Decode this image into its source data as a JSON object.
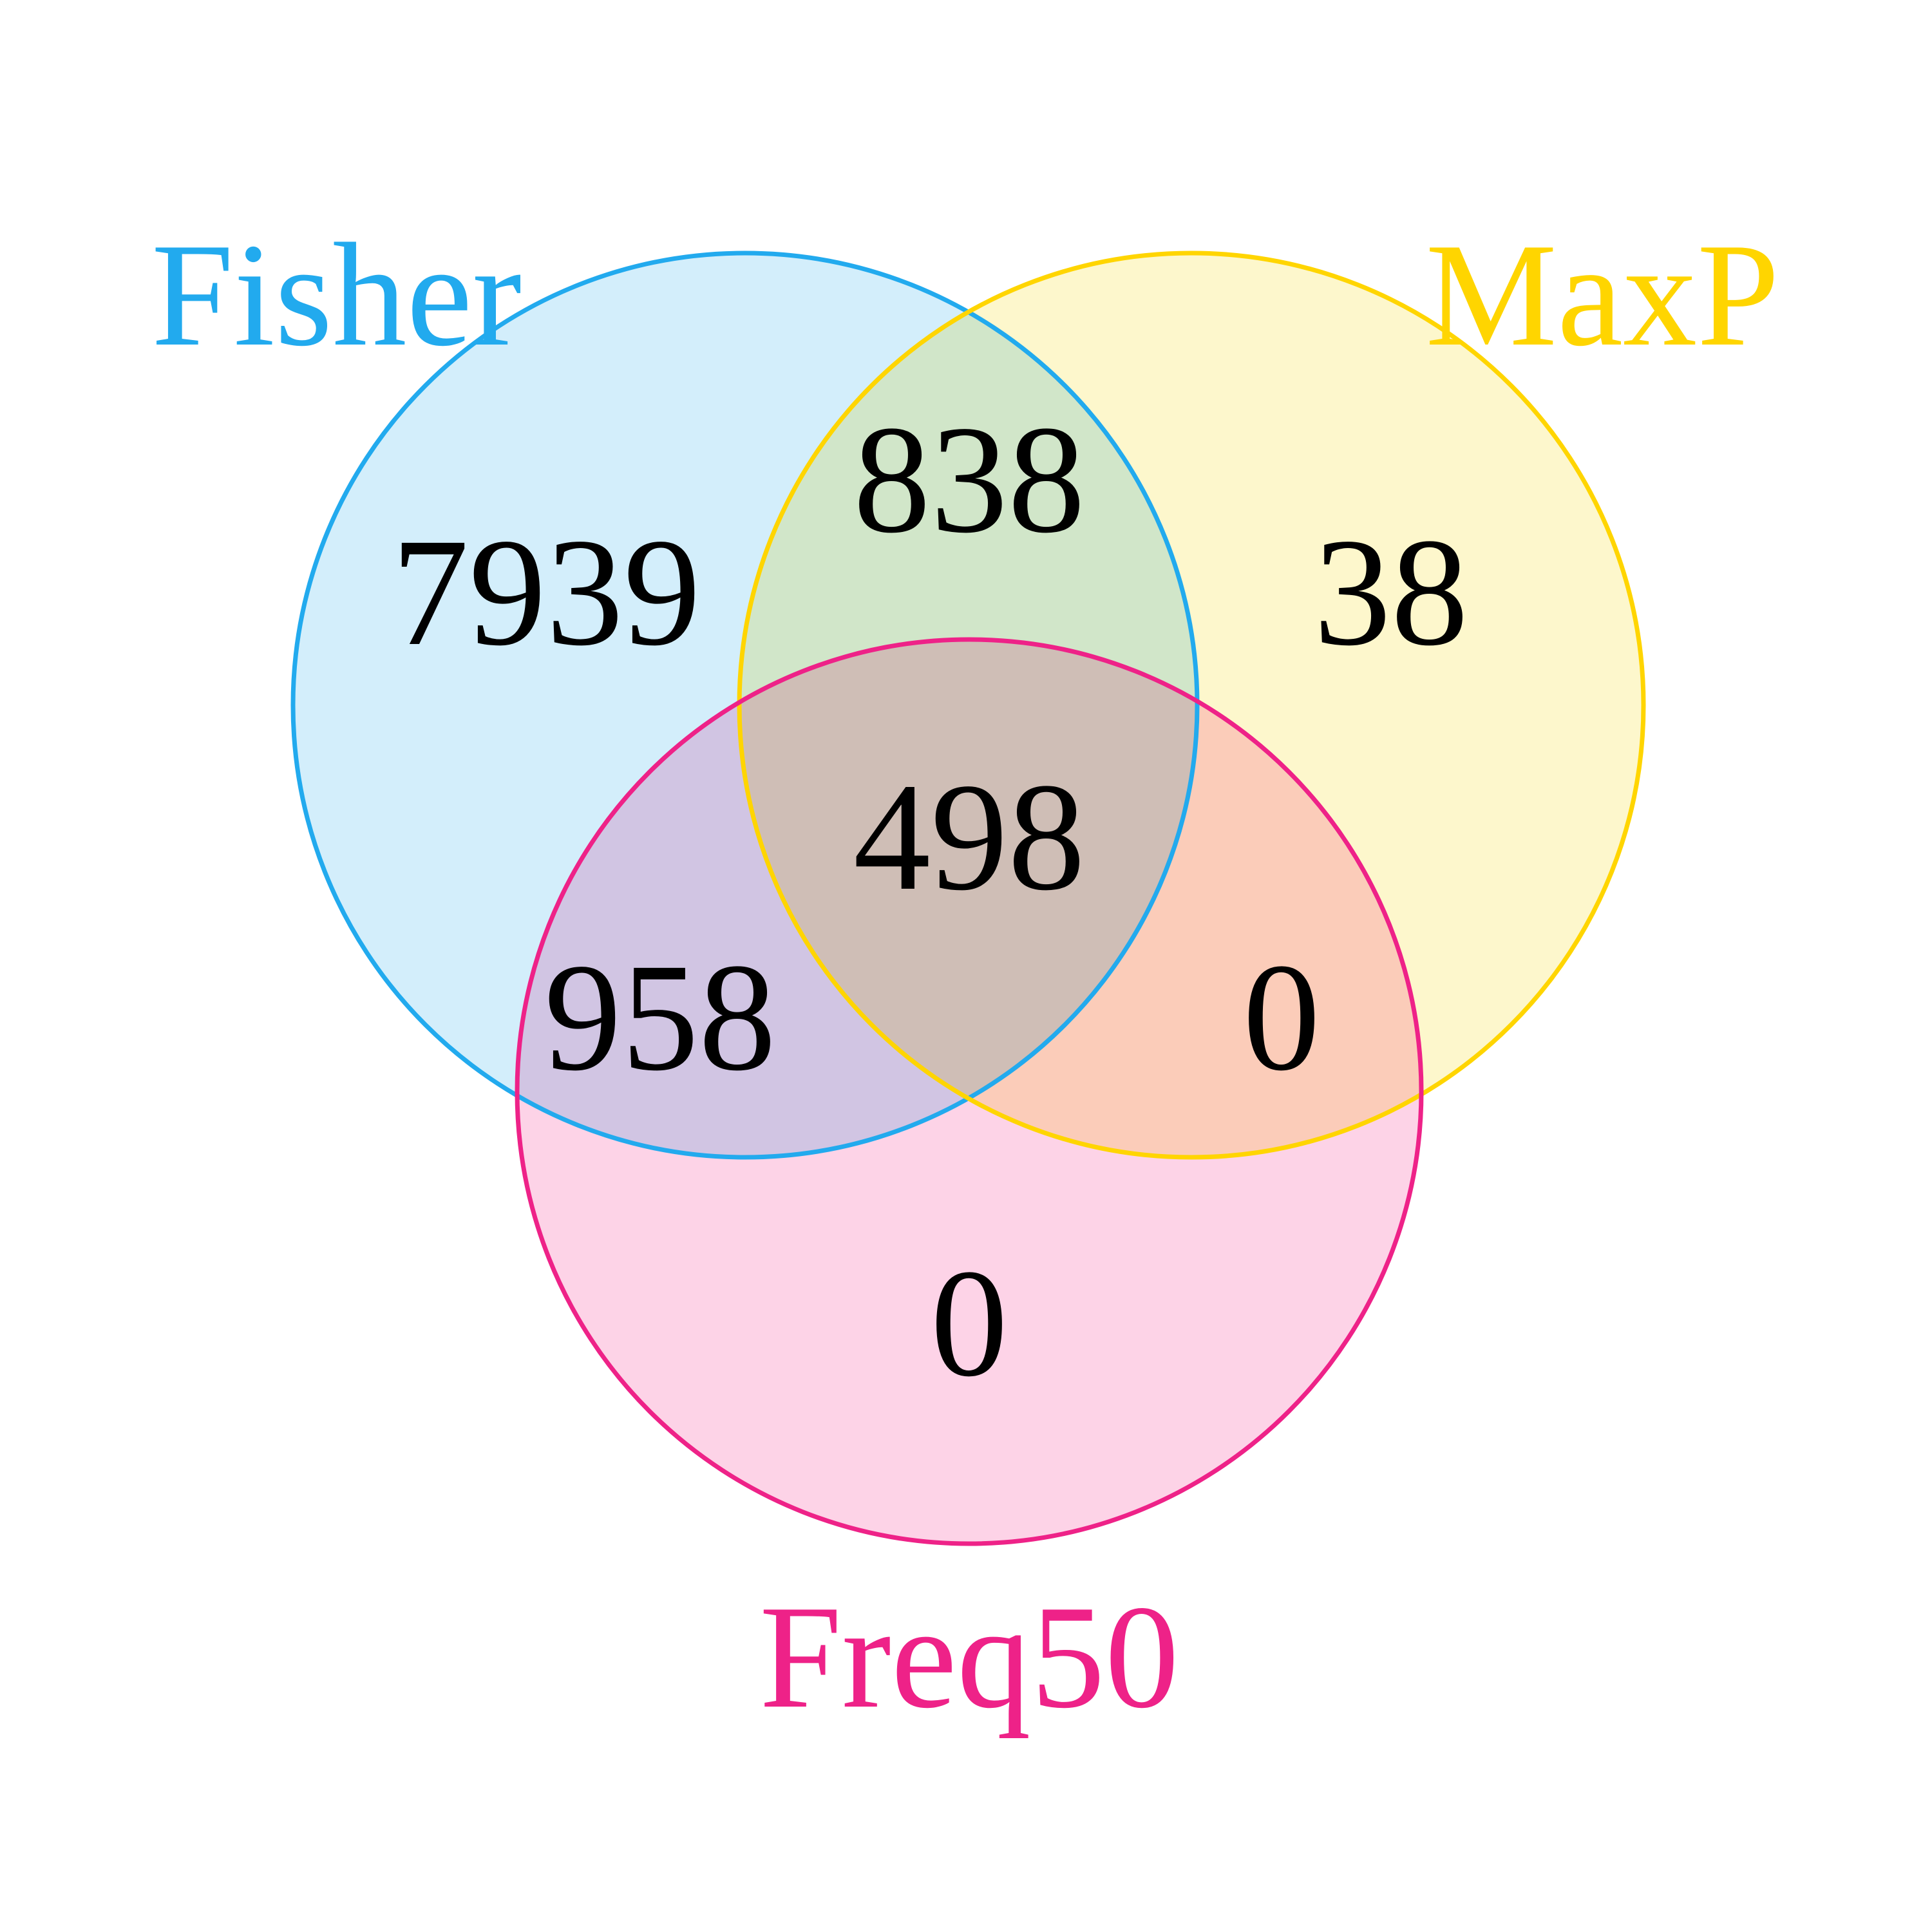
{
  "sets": [
    {
      "key": "fisher",
      "name": "Fisher",
      "color": "#22AAEE",
      "fill": "#D3EEFB"
    },
    {
      "key": "maxp",
      "name": "MaxP",
      "color": "#FFD500",
      "fill": "#FDF7CC"
    },
    {
      "key": "freq50",
      "name": "Freq50",
      "color": "#EE2288",
      "fill": "#FDD3E7"
    }
  ],
  "regions": {
    "fisher_only": "7939",
    "fisher_maxp": "838",
    "maxp_only": "38",
    "all_three": "498",
    "fisher_freq50": "958",
    "maxp_freq50": "0",
    "freq50_only": "0"
  }
}
